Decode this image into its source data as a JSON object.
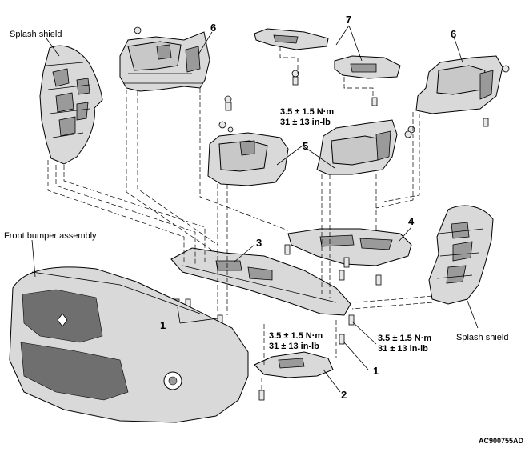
{
  "labels": {
    "splash_shield_left": "Splash shield",
    "splash_shield_right": "Splash shield",
    "front_bumper": "Front bumper assembly"
  },
  "callouts": {
    "c1a": "1",
    "c1b": "1",
    "c2": "2",
    "c3": "3",
    "c4": "4",
    "c5": "5",
    "c6a": "6",
    "c6b": "6",
    "c7": "7"
  },
  "torques": {
    "top": {
      "nm": "3.5 ± 1.5 N·m",
      "inlb": "31 ± 13 in-lb"
    },
    "mid": {
      "nm": "3.5 ± 1.5 N·m",
      "inlb": "31 ± 13 in-lb"
    },
    "right": {
      "nm": "3.5 ± 1.5 N·m",
      "inlb": "31 ± 13 in-lb"
    }
  },
  "figure_code": "AC900755AD"
}
